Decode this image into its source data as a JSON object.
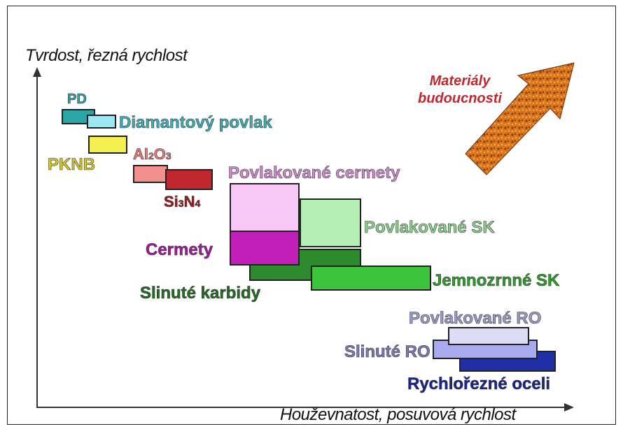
{
  "axes": {
    "y_label": "Tvrdost, řezná rychlost",
    "x_label": "Houževnatost, posuvová rychlost"
  },
  "future": {
    "line1": "Materiály",
    "line2": "budoucnosti"
  },
  "materials": {
    "pd": {
      "label": "PD",
      "color": "#2aa6a6"
    },
    "diamond": {
      "label": "Diamantový povlak",
      "color": "#9be8f4",
      "text_color": "#3ab0bc"
    },
    "pknb": {
      "label": "PKNB",
      "color": "#f4f050",
      "text_color": "#d6c82a"
    },
    "al2o3": {
      "label_main": "Al",
      "sub1": "2",
      "label_mid": "O",
      "sub2": "3",
      "color": "#f2908e",
      "text_color": "#e87c7a"
    },
    "si3n4": {
      "label_main": "Si",
      "sub1": "3",
      "label_mid": "N",
      "sub2": "4",
      "color": "#c1272d",
      "text_color": "#a01a1f"
    },
    "coated_cermets": {
      "label": "Povlakované cermety",
      "color": "#f7c8f5",
      "text_color": "#d08ad0"
    },
    "coated_sk": {
      "label": "Povlakované SK",
      "color": "#b6efb4",
      "text_color": "#8ad48a"
    },
    "cermets": {
      "label": "Cermety",
      "color": "#c21fb8",
      "text_color": "#a31aa0"
    },
    "sintered_carbides": {
      "label": "Slinuté karbidy",
      "color": "#2d8a2d",
      "text_color": "#237023"
    },
    "fine_sk": {
      "label": "Jemnozrnné SK",
      "color": "#3dc43d",
      "text_color": "#2e9e2e"
    },
    "coated_ro": {
      "label": "Povlakované RO",
      "color": "#dcdcf6",
      "text_color": "#9a9acc"
    },
    "sintered_ro": {
      "label": "Slinuté RO",
      "color": "#a9a9ee",
      "text_color": "#7a7ab8"
    },
    "hss": {
      "label": "Rychlořezné oceli",
      "color": "#1f2fa6",
      "text_color": "#1a2690"
    }
  }
}
